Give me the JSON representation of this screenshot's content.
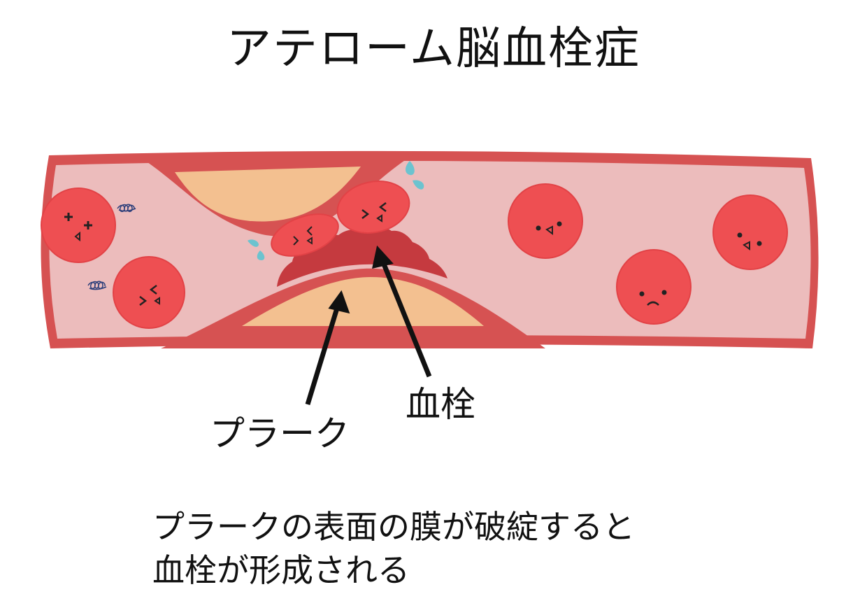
{
  "title": "アテローム脳血栓症",
  "labels": {
    "plaque": "プラーク",
    "thrombus": "血栓"
  },
  "caption": {
    "line1": "プラークの表面の膜が破綻すると",
    "line2": "血栓が形成される"
  },
  "colors": {
    "vessel_wall": "#d65252",
    "vessel_lumen": "#ecbcbc",
    "plaque": "#f3c090",
    "thrombus": "#c53a3f",
    "red_cell": "#ee4f52",
    "sweat": "#6cc3cf",
    "scribble": "#2c3e7a",
    "arrow": "#111111"
  },
  "icons": {
    "red_blood_cell": "red-blood-cell-icon",
    "sweat_drop": "sweat-drop-icon",
    "scribble": "scribble-icon",
    "arrow": "arrow-icon"
  }
}
